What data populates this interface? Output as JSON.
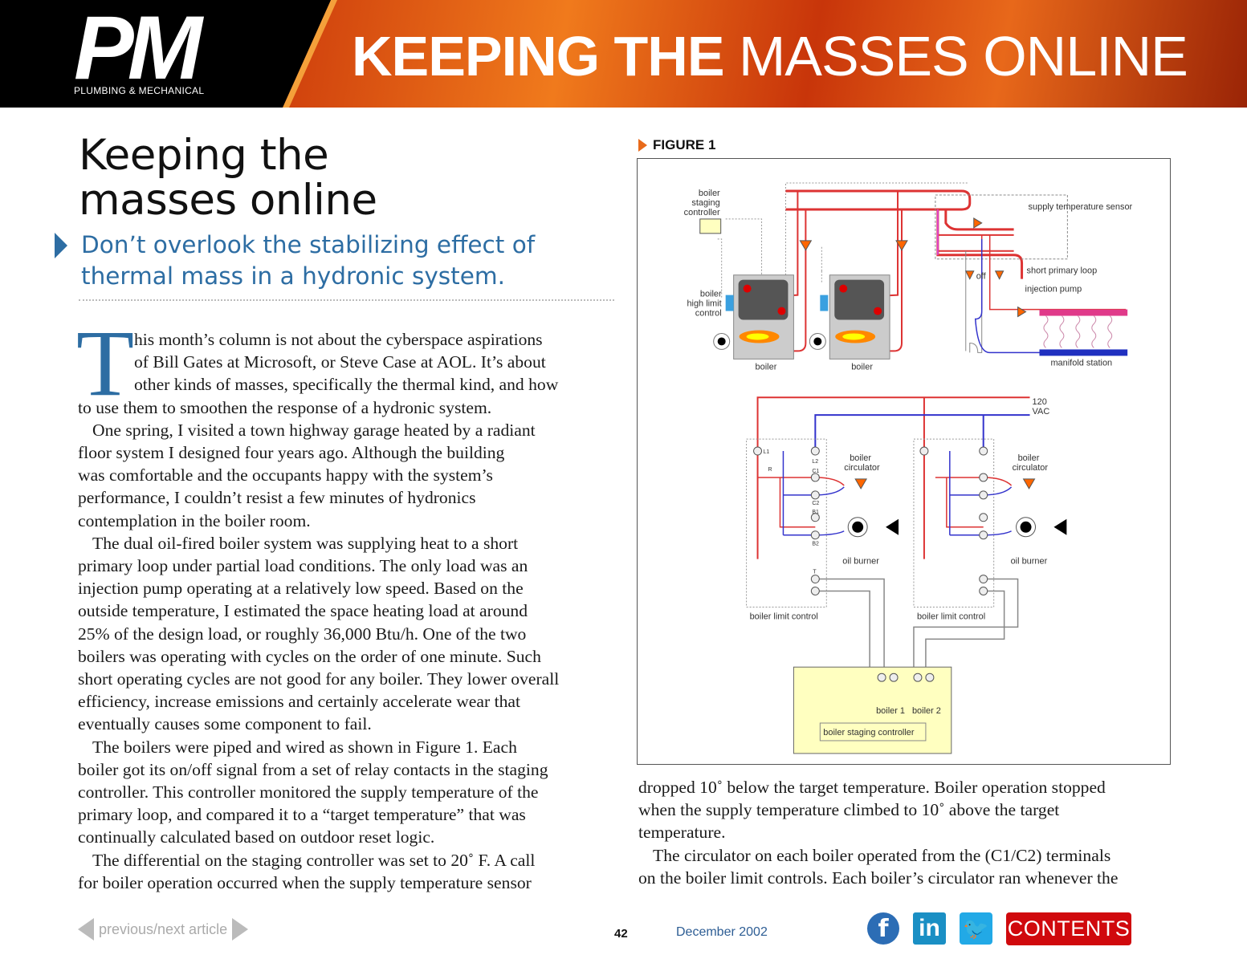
{
  "header": {
    "logo": "PM",
    "logo_sub": "PLUMBING & MECHANICAL",
    "title_bold": "KEEPING THE",
    "title_light": "MASSES ONLINE"
  },
  "article": {
    "headline_line1": "Keeping the",
    "headline_line2": "masses online",
    "subtitle": "Don’t overlook the stabilizing effect of thermal mass in a hydronic system.",
    "drop_cap": "T",
    "left_lines": [
      {
        "t": "his month’s column is not about the cyberspace aspirations",
        "c": "drop"
      },
      {
        "t": "of Bill Gates at Microsoft, or Steve Case at AOL. It’s about",
        "c": "drop"
      },
      {
        "t": "other kinds of masses, specifically the thermal kind, and how",
        "c": "drop"
      },
      {
        "t": "to use them to smoothen the response of a hydronic system.",
        "c": ""
      },
      {
        "t": "One spring, I visited a town highway garage heated by a radiant",
        "c": "ind"
      },
      {
        "t": "floor system I designed four years ago. Although the building",
        "c": ""
      },
      {
        "t": "was comfortable and the occupants happy with the system’s",
        "c": ""
      },
      {
        "t": "performance, I couldn’t resist a few minutes of hydronics",
        "c": ""
      },
      {
        "t": "contemplation in the boiler room.",
        "c": ""
      },
      {
        "t": "The dual oil-fired boiler system was supplying heat to a short",
        "c": "ind"
      },
      {
        "t": "primary loop under partial load conditions. The only load was an",
        "c": ""
      },
      {
        "t": "injection pump operating at a relatively low speed. Based on the",
        "c": ""
      },
      {
        "t": "outside temperature, I estimated the space heating load at around",
        "c": ""
      },
      {
        "t": "25% of the design load, or roughly 36,000 Btu/h. One of the two",
        "c": ""
      },
      {
        "t": "boilers was operating with cycles on the order of one minute. Such",
        "c": ""
      },
      {
        "t": "short operating cycles are not good for any boiler. They lower overall",
        "c": ""
      },
      {
        "t": "efficiency, increase emissions and certainly accelerate wear that",
        "c": ""
      },
      {
        "t": "eventually causes some component to fail.",
        "c": ""
      },
      {
        "t": "The boilers were piped and wired as shown in Figure 1. Each",
        "c": "ind"
      },
      {
        "t": "boiler got its on/off signal from a set of relay contacts in the staging",
        "c": ""
      },
      {
        "t": "controller. This controller monitored the supply temperature of the",
        "c": ""
      },
      {
        "t": "primary loop, and compared it to a “target temperature” that was",
        "c": ""
      },
      {
        "t": "continually calculated based on outdoor reset logic.",
        "c": ""
      },
      {
        "t": "The differential on the staging controller was set to 20˚ F. A call",
        "c": "ind"
      },
      {
        "t": "for boiler operation occurred when the supply temperature sensor",
        "c": ""
      }
    ],
    "right_lines": [
      {
        "t": "dropped 10˚ below the target temperature. Boiler operation stopped",
        "c": ""
      },
      {
        "t": "when the supply temperature climbed to 10˚ above the target",
        "c": ""
      },
      {
        "t": "temperature.",
        "c": ""
      },
      {
        "t": "The circulator on each boiler operated from the (C1/C2) terminals",
        "c": "ind"
      },
      {
        "t": "on the boiler limit controls. Each boiler’s circulator ran whenever the",
        "c": ""
      }
    ]
  },
  "figure": {
    "label": "FIGURE 1",
    "labels": {
      "staging1": "boiler",
      "staging2": "staging",
      "staging3": "controller",
      "highlimit1": "boiler",
      "highlimit2": "high limit",
      "highlimit3": "control",
      "boiler_a": "boiler",
      "boiler_b": "boiler",
      "supply_sensor": "supply temperature sensor",
      "short_loop": "short primary loop",
      "injection": "injection pump",
      "off": "off",
      "manifold": "manifold station",
      "vac1": "120",
      "vac2": "VAC",
      "circ1a": "boiler",
      "circ1b": "circulator",
      "circ2a": "boiler",
      "circ2b": "circulator",
      "burner1": "oil burner",
      "burner2": "oil burner",
      "limit1": "boiler limit control",
      "limit2": "boiler limit control",
      "relay1": "boiler 1",
      "relay2": "boiler 2",
      "controller": "boiler staging controller",
      "L1": "L1",
      "L2": "L2",
      "C1": "C1",
      "C2": "C2",
      "B1": "B1",
      "B2": "B2",
      "T": "T",
      "R": "R"
    }
  },
  "footer": {
    "nav": "previous/next article",
    "page": "42",
    "date": "December 2002",
    "facebook": "f",
    "linkedin": "in",
    "twitter": "🐦",
    "contents": "CONTENTS"
  }
}
